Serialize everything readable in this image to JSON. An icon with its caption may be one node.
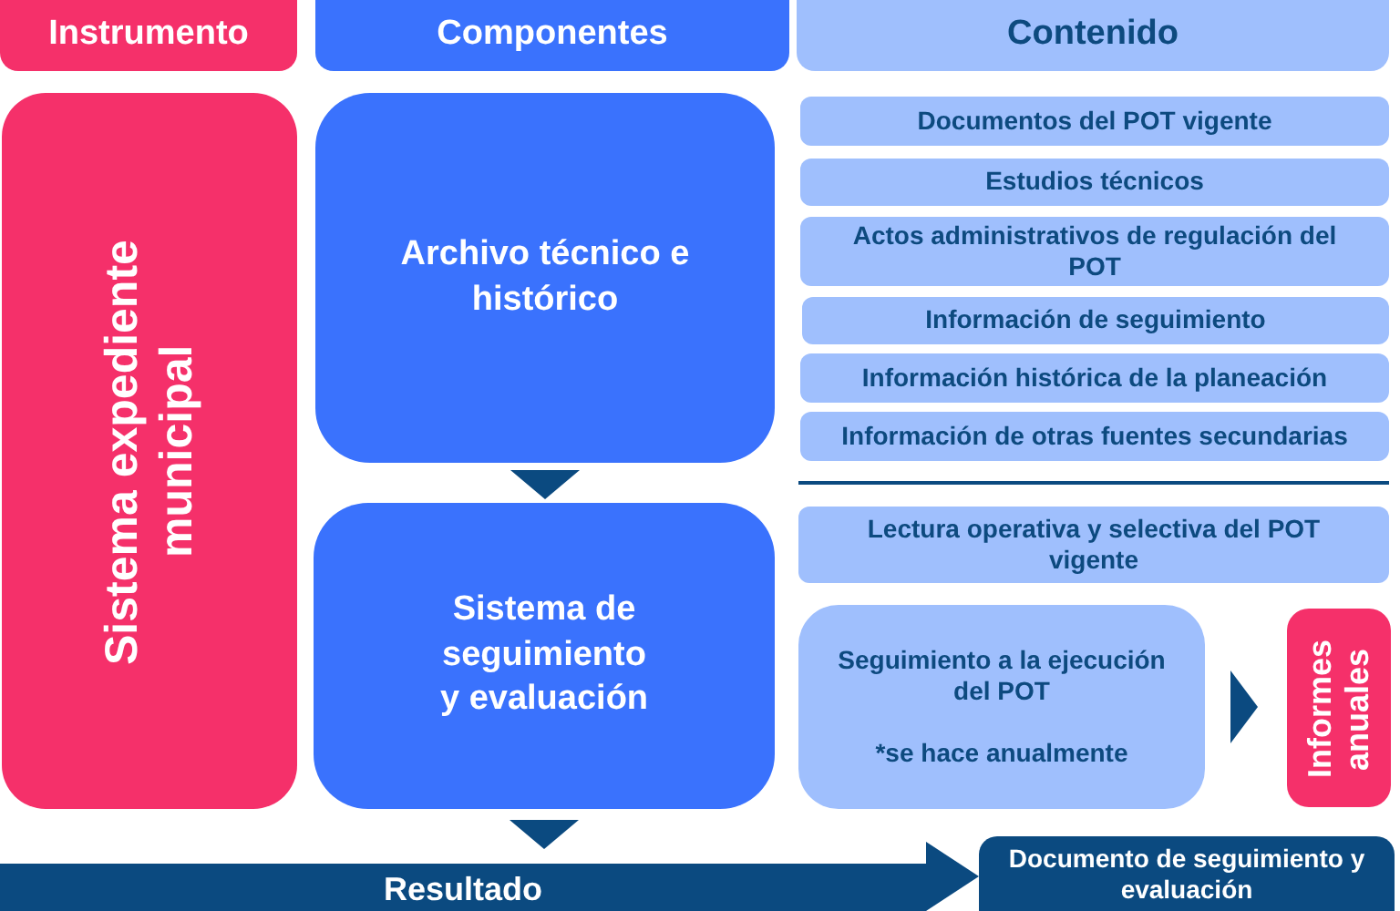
{
  "diagram": {
    "nodes": [
      {
        "text": [
          "Instrumento"
        ]
      },
      {
        "text": [
          "Componentes"
        ]
      },
      {
        "text": [
          "Contenido"
        ]
      },
      {
        "text": [
          "Sistema expediente municipal"
        ]
      },
      {
        "text": [
          "Archivo técnico e histórico"
        ]
      },
      {
        "text": [
          "Documentos del POT vigente"
        ]
      },
      {
        "text": [
          "Estudios técnicos"
        ]
      },
      {
        "text": [
          "Actos administrativos de regulación del POT"
        ]
      },
      {
        "text": [
          "Información de seguimiento"
        ]
      },
      {
        "text": [
          "Información histórica de la planeación"
        ]
      },
      {
        "text": [
          "Información de otras fuentes secundarias"
        ]
      },
      {
        "text": [
          "Sistema de seguimiento y evaluación"
        ]
      },
      {
        "text": [
          "Lectura operativa y selectiva del POT vigente"
        ]
      },
      {
        "text": [
          "Seguimiento a la ejecución del POT",
          "*se hace anualmente"
        ]
      },
      {
        "text": [
          "Informes anuales"
        ]
      },
      {
        "text": [
          "Resultado"
        ]
      },
      {
        "text": [
          "Documento de seguimiento y evaluación"
        ]
      }
    ],
    "edges": [
      {
        "from": 4,
        "to": 11,
        "arrow": "to"
      },
      {
        "from": 11,
        "to": 15,
        "arrow": "to"
      },
      {
        "from": 15,
        "to": 16,
        "arrow": "to"
      },
      {
        "from": 13,
        "to": 14,
        "arrow": "to"
      }
    ]
  }
}
